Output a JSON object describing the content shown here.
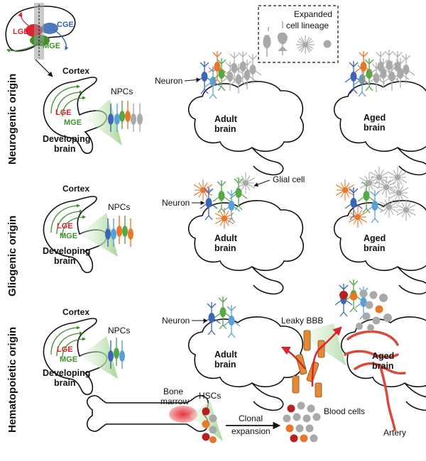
{
  "colors": {
    "lge": "#d9232e",
    "mge": "#3f8f2b",
    "cge": "#2e63b0",
    "neuron_blue": "#3b66b5",
    "neuron_lightblue": "#5aa0d8",
    "neuron_green": "#55a842",
    "glia_orange": "#e8772a",
    "glia_gray": "#a9a9a9",
    "vessel": "#d94a3d",
    "bbb_cell": "#e38a3a",
    "cone": "#bfe0b4"
  },
  "legend": {
    "title_line1": "Expanded",
    "title_line2": "cell lineage",
    "icon": "gray-cell-icons"
  },
  "inset": {
    "lge": "LGE",
    "cge": "CGE",
    "mge": "MGE"
  },
  "rows": [
    {
      "side_label": "Neurogenic origin",
      "cortex": "Cortex",
      "lge": "LGE",
      "mge": "MGE",
      "developing_line1": "Developing",
      "developing_line2": "brain",
      "npcs": "NPCs",
      "neuron": "Neuron",
      "adult_line1": "Adult",
      "adult_line2": "brain",
      "aged_line1": "Aged",
      "aged_line2": "brain"
    },
    {
      "side_label": "Gliogenic origin",
      "cortex": "Cortex",
      "lge": "LGE",
      "mge": "MGE",
      "developing_line1": "Developing",
      "developing_line2": "brain",
      "npcs": "NPCs",
      "neuron": "Neuron",
      "glial_cell": "Glial cell",
      "adult_line1": "Adult",
      "adult_line2": "brain",
      "aged_line1": "Aged",
      "aged_line2": "brain"
    },
    {
      "side_label": "Hematopoietic origin",
      "cortex": "Cortex",
      "lge": "LGE",
      "mge": "MGE",
      "developing_line1": "Developing",
      "developing_line2": "brain",
      "npcs": "NPCs",
      "neuron": "Neuron",
      "adult_line1": "Adult",
      "adult_line2": "brain",
      "leaky_bbb": "Leaky BBB",
      "aged_line1": "Aged",
      "aged_line2": "brain",
      "bone_marrow_line1": "Bone",
      "bone_marrow_line2": "marrow",
      "hscs": "HSCs",
      "clonal_line1": "Clonal",
      "clonal_line2": "expansion",
      "blood_cells": "Blood cells",
      "artery": "Artery"
    }
  ]
}
